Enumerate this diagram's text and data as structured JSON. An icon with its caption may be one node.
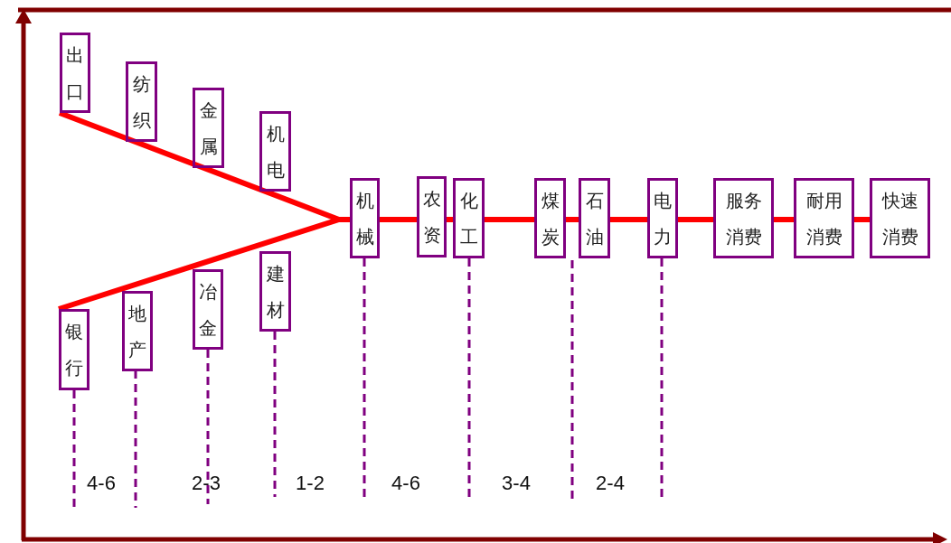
{
  "diagram": {
    "nodes": [
      {
        "text": [
          "出口"
        ]
      },
      {
        "text": [
          "纺织"
        ]
      },
      {
        "text": [
          "金属"
        ]
      },
      {
        "text": [
          "机电"
        ]
      },
      {
        "text": [
          "银行"
        ]
      },
      {
        "text": [
          "地产"
        ]
      },
      {
        "text": [
          "冶金"
        ]
      },
      {
        "text": [
          "建材"
        ]
      },
      {
        "text": [
          "机械"
        ]
      },
      {
        "text": [
          "农资"
        ]
      },
      {
        "text": [
          "化工"
        ]
      },
      {
        "text": [
          "煤炭"
        ]
      },
      {
        "text": [
          "石油"
        ]
      },
      {
        "text": [
          "电力"
        ]
      },
      {
        "text": [
          "服务消费"
        ]
      },
      {
        "text": [
          "耐用消费"
        ]
      },
      {
        "text": [
          "快速消费"
        ]
      }
    ],
    "edges": [
      {
        "from": 0,
        "to": 8,
        "arrow": "none"
      },
      {
        "from": 4,
        "to": 8,
        "arrow": "none"
      },
      {
        "from": 8,
        "to": 9,
        "arrow": "none"
      },
      {
        "from": 9,
        "to": 10,
        "arrow": "none"
      },
      {
        "from": 10,
        "to": 11,
        "arrow": "none"
      },
      {
        "from": 11,
        "to": 12,
        "arrow": "none"
      },
      {
        "from": 12,
        "to": 13,
        "arrow": "none"
      },
      {
        "from": 13,
        "to": 14,
        "arrow": "none"
      },
      {
        "from": 14,
        "to": 15,
        "arrow": "none"
      },
      {
        "from": 15,
        "to": 16,
        "arrow": "none"
      }
    ],
    "labels": [
      "4-6",
      "2-3",
      "1-2",
      "4-6",
      "3-4",
      "2-4"
    ]
  }
}
